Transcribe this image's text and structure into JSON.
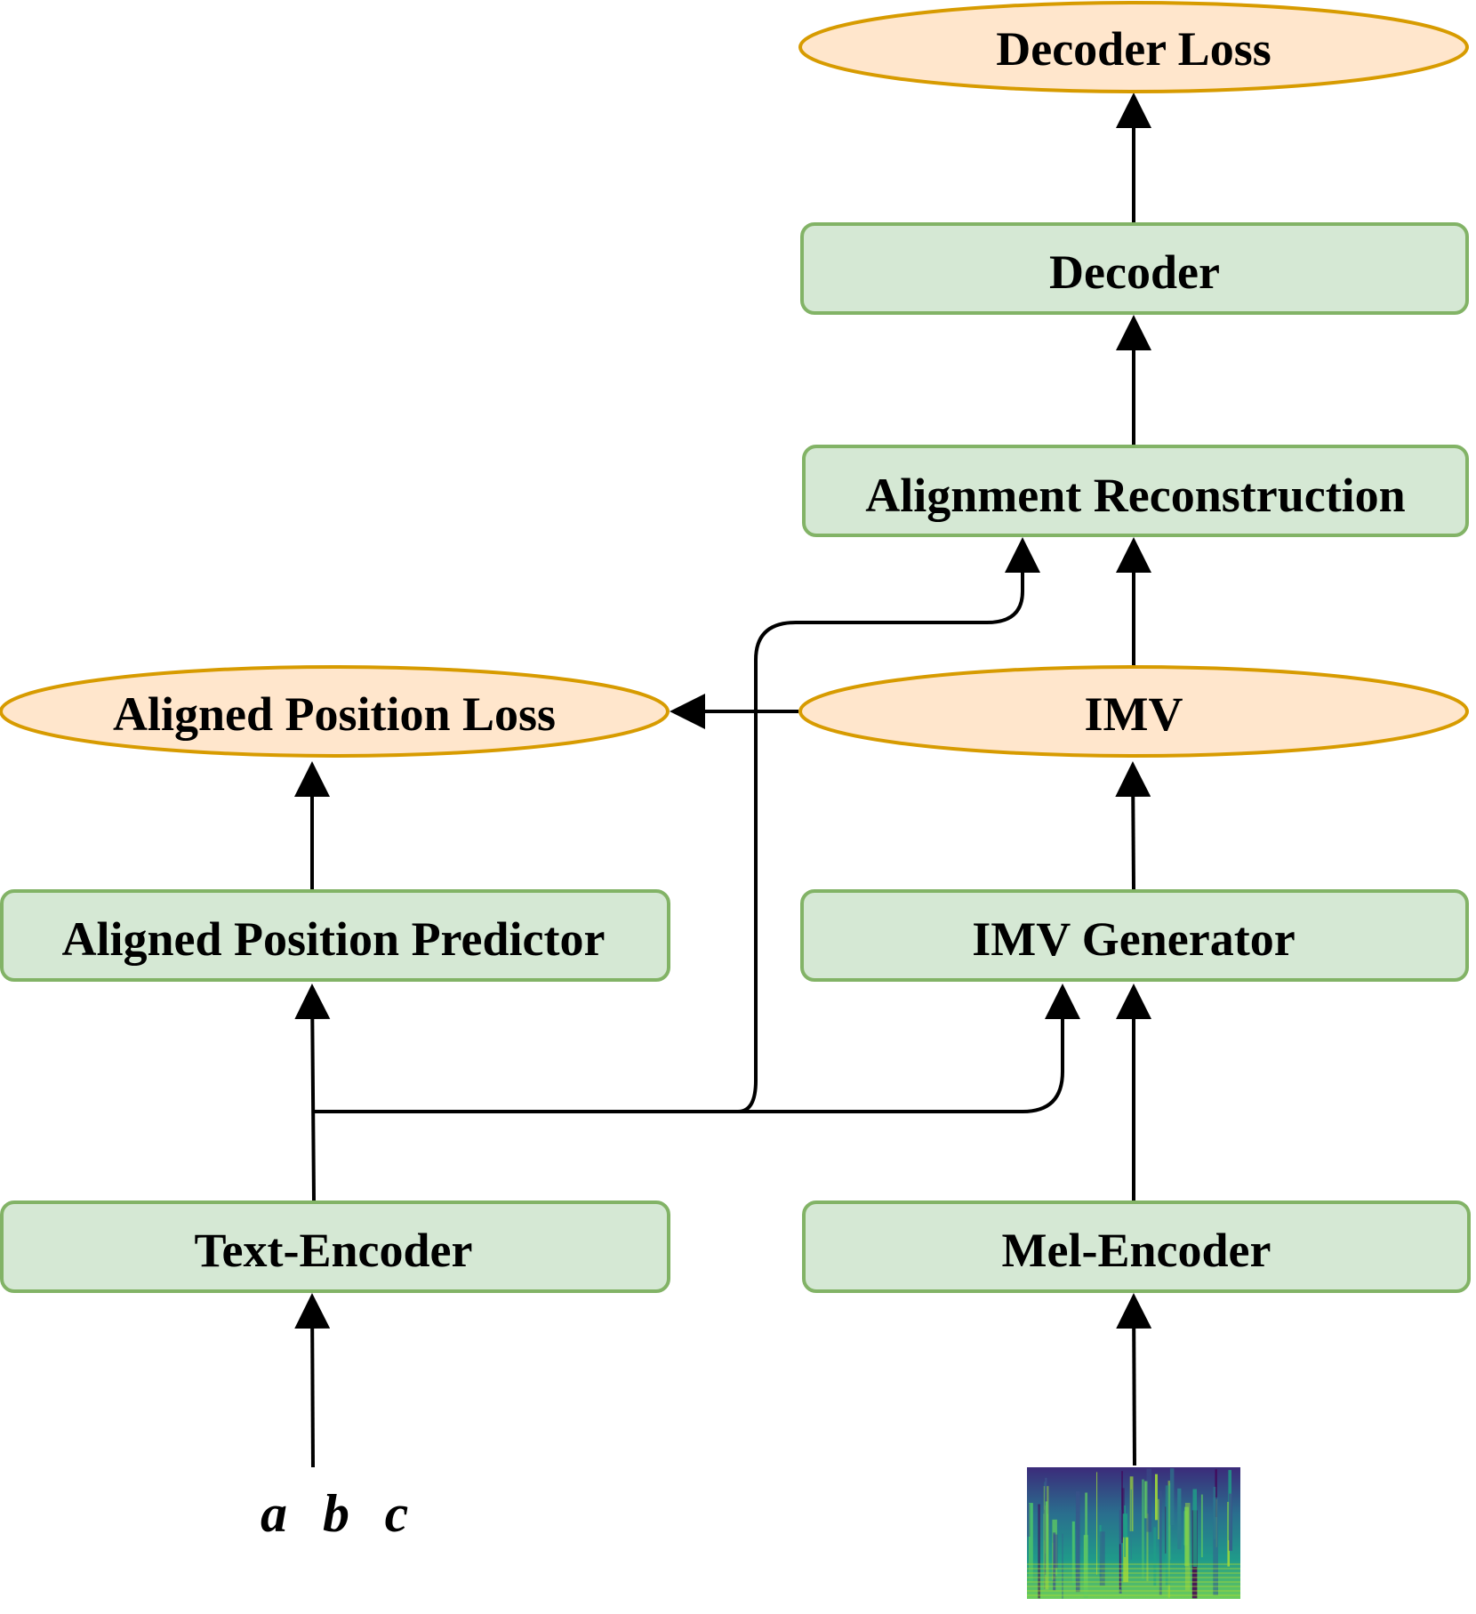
{
  "diagram": {
    "nodes": {
      "decoder_loss": "Decoder Loss",
      "decoder": "Decoder",
      "alignment_reconstruction": "Alignment Reconstruction",
      "aligned_position_loss": "Aligned Position Loss",
      "imv": "IMV",
      "aligned_position_predictor": "Aligned Position Predictor",
      "imv_generator": "IMV Generator",
      "text_encoder": "Text-Encoder",
      "mel_encoder": "Mel-Encoder"
    },
    "text_input": [
      "a",
      "b",
      "c"
    ],
    "colors": {
      "box_fill": "#d5e8d4",
      "box_stroke": "#82b366",
      "ellipse_fill": "#ffe6cc",
      "ellipse_stroke": "#d79b00",
      "edge": "#000000"
    }
  }
}
